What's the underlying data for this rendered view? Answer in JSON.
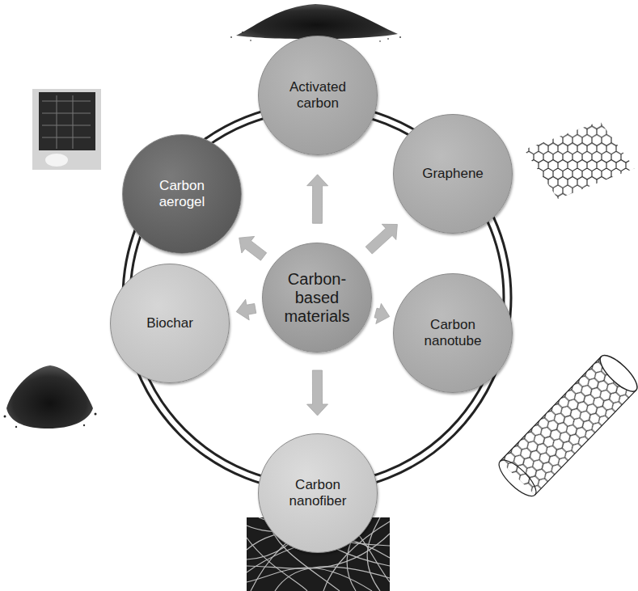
{
  "diagram": {
    "nodes": [
      {
        "text": [
          "Carbon-based materials"
        ]
      },
      {
        "text": [
          "Activated carbon"
        ]
      },
      {
        "text": [
          "Graphene"
        ]
      },
      {
        "text": [
          "Carbon nanotube"
        ]
      },
      {
        "text": [
          "Carbon nanofiber"
        ]
      },
      {
        "text": [
          "Biochar"
        ]
      },
      {
        "text": [
          "Carbon aerogel"
        ]
      }
    ],
    "edges": [
      {
        "from": 0,
        "to": 1,
        "arrow": "to"
      },
      {
        "from": 0,
        "to": 2,
        "arrow": "to"
      },
      {
        "from": 0,
        "to": 3,
        "arrow": "to"
      },
      {
        "from": 0,
        "to": 4,
        "arrow": "to"
      },
      {
        "from": 0,
        "to": 5,
        "arrow": "to"
      },
      {
        "from": 0,
        "to": 6,
        "arrow": "to"
      }
    ]
  }
}
